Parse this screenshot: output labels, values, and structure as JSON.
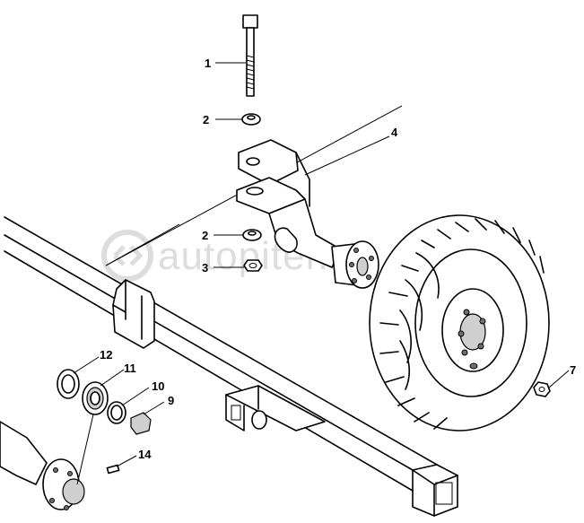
{
  "callouts": {
    "c1": "1",
    "c2a": "2",
    "c2b": "2",
    "c3": "3",
    "c4": "4",
    "c7": "7",
    "c9": "9",
    "c10": "10",
    "c11": "11",
    "c12": "12",
    "c14": "14"
  },
  "watermark": {
    "text": "autopiter.ru"
  },
  "colors": {
    "line": "#000000",
    "background": "#ffffff",
    "watermark": "#dadada"
  }
}
